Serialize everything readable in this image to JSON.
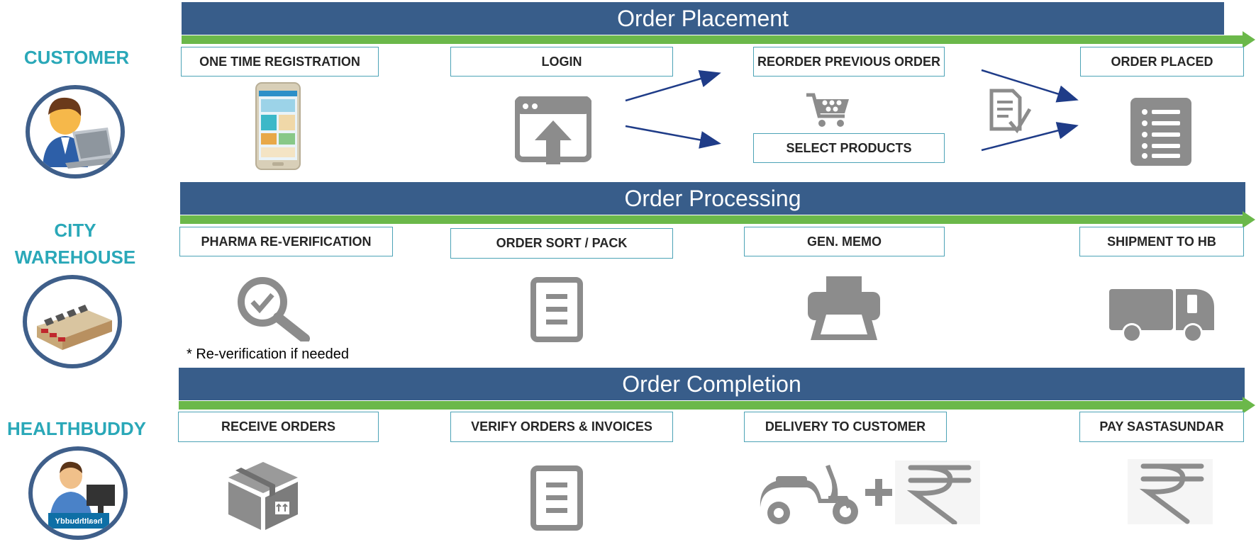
{
  "actors": [
    {
      "label": "CUSTOMER"
    },
    {
      "label": "CITY\nWAREHOUSE"
    },
    {
      "label": "HEALTHBUDDY"
    }
  ],
  "sections": [
    {
      "title": "Order Placement",
      "steps": [
        "ONE TIME REGISTRATION",
        "LOGIN",
        "REORDER PREVIOUS ORDER",
        "SELECT PRODUCTS",
        "ORDER PLACED"
      ]
    },
    {
      "title": "Order Processing",
      "steps": [
        "PHARMA RE-VERIFICATION",
        "ORDER SORT / PACK",
        "GEN. MEMO",
        "SHIPMENT TO HB"
      ],
      "note": "* Re-verification if needed"
    },
    {
      "title": "Order Completion",
      "steps": [
        "RECEIVE ORDERS",
        "VERIFY ORDERS & INVOICES",
        "DELIVERY TO CUSTOMER",
        "PAY SASTASUNDAR"
      ]
    }
  ],
  "healthbuddy_screen_text": "healthbuddY",
  "colors": {
    "banner": "#385D8A",
    "progress": "#6BB84A",
    "actor": "#2AA8B8",
    "box_border": "#4CA3B6",
    "icon": "#8C8C8C",
    "arrow": "#1F3C88"
  }
}
